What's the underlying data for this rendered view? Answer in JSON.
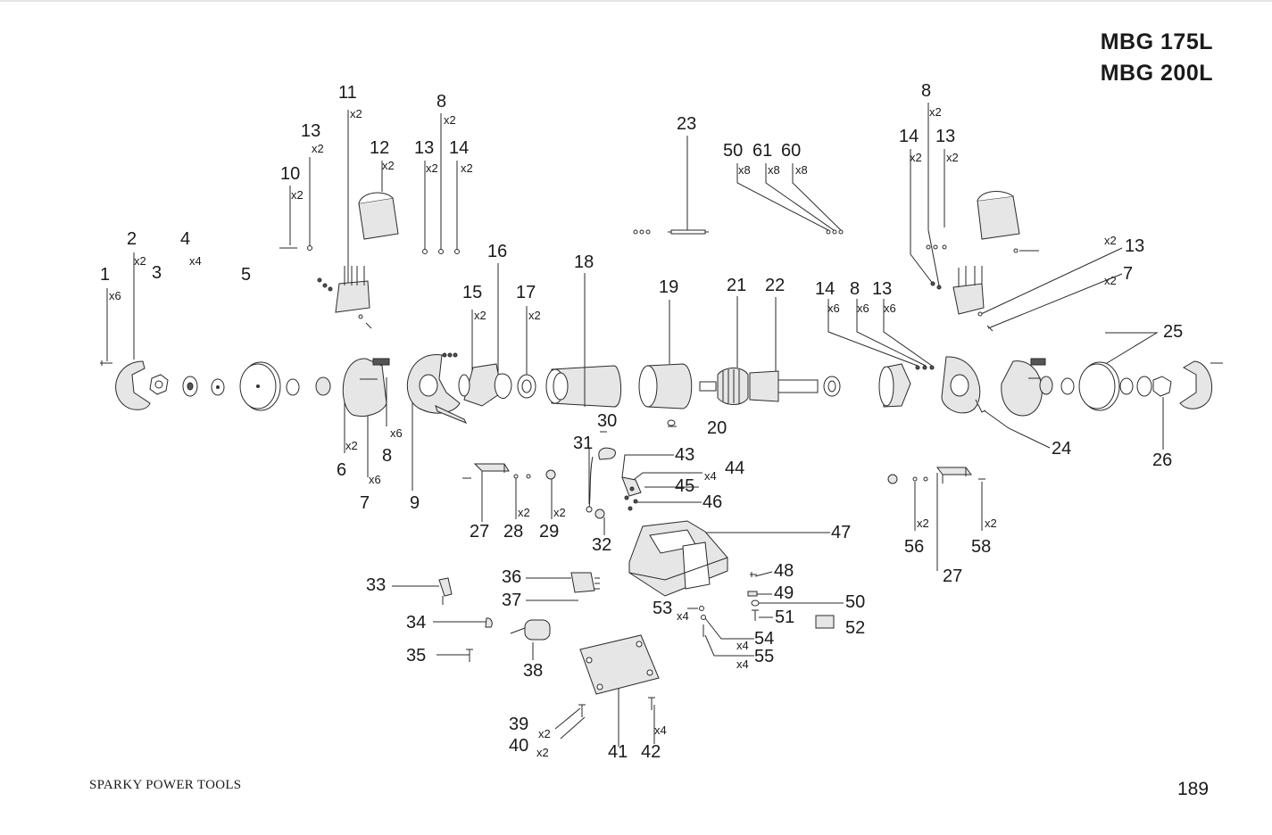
{
  "document": {
    "models": [
      "MBG 175L",
      "MBG 200L"
    ],
    "footer_brand": "SPARKY POWER TOOLS",
    "page_number": "189"
  },
  "part_labels": [
    "1",
    "2",
    "3",
    "4",
    "5",
    "6",
    "7",
    "8",
    "9",
    "10",
    "11",
    "12",
    "13",
    "13",
    "8",
    "14",
    "15",
    "16",
    "17",
    "18",
    "19",
    "20",
    "21",
    "22",
    "23",
    "50",
    "61",
    "60",
    "8",
    "14",
    "13",
    "13",
    "7",
    "14",
    "8",
    "13",
    "24",
    "25",
    "26",
    "27",
    "28",
    "29",
    "30",
    "31",
    "32",
    "43",
    "44",
    "45",
    "46",
    "47",
    "27",
    "56",
    "58",
    "33",
    "34",
    "35",
    "36",
    "37",
    "38",
    "48",
    "49",
    "50",
    "51",
    "52",
    "53",
    "54",
    "55",
    "39",
    "40",
    "41",
    "42"
  ],
  "qty_labels": [
    "x6",
    "x2",
    "x4",
    "x2",
    "x6",
    "x6",
    "x2",
    "x2",
    "x2",
    "x2",
    "x2",
    "x2",
    "x2",
    "x2",
    "x2",
    "x8",
    "x8",
    "x8",
    "x2",
    "x2",
    "x2",
    "x2",
    "x2",
    "x6",
    "x6",
    "x6",
    "x4",
    "x2",
    "x2",
    "x2",
    "x2",
    "x4",
    "x4",
    "x4",
    "x2",
    "x2",
    "x4"
  ]
}
